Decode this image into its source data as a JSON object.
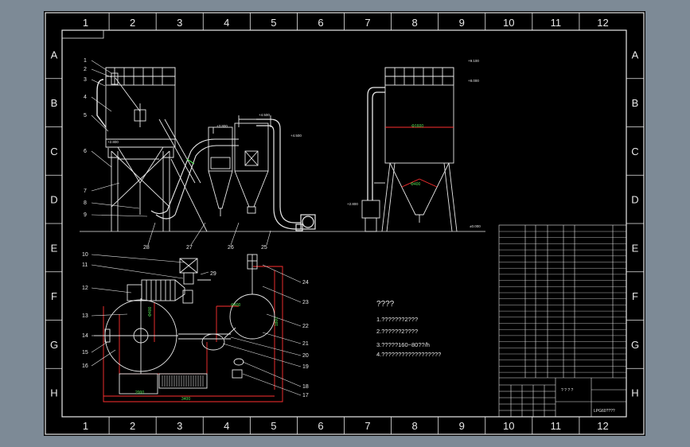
{
  "colors": {
    "background": "#7d8a96",
    "paper": "#000000",
    "line": "#e8e8e8",
    "dimension": "#52e052",
    "pipe": "#ff3030"
  },
  "grid": {
    "columns": [
      "1",
      "2",
      "3",
      "4",
      "5",
      "6",
      "7",
      "8",
      "9",
      "10",
      "11",
      "12"
    ],
    "rows": [
      "A",
      "B",
      "C",
      "D",
      "E",
      "F",
      "G",
      "H"
    ]
  },
  "part_labels": {
    "upper_left": [
      "1",
      "2",
      "3",
      "4",
      "5",
      "6",
      "7",
      "8",
      "9"
    ],
    "upper_bottom": [
      "28",
      "27",
      "26",
      "25"
    ],
    "lower_left": [
      "10",
      "11",
      "12",
      "13",
      "14",
      "15",
      "16"
    ],
    "lower_right": [
      "24",
      "23",
      "22",
      "21",
      "20",
      "19",
      "18",
      "17"
    ],
    "lower_top": "29"
  },
  "notes": {
    "title": "????",
    "lines": [
      "1.???????2???",
      "2.??????2????",
      "3.?????160~80??/h",
      "4.??????????????????"
    ]
  },
  "dimension_labels": {
    "tower": "Φ1600",
    "cone": "Φ400",
    "horiz_1": "3400",
    "horiz_2": "2000",
    "vert_1": "1800"
  },
  "elevations": {
    "top": "+9.100",
    "mid1": "+8.000",
    "mid2": "+4.500",
    "mid3": "+3.800",
    "mid4": "+2.800",
    "ground": "±0.000"
  },
  "title_block": {
    "cells": [
      "? ? ? ?",
      "LPG60????"
    ]
  }
}
